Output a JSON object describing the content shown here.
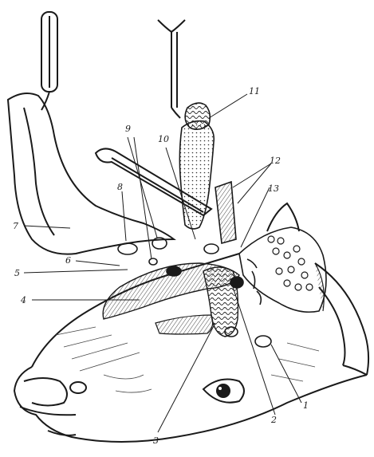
{
  "labels": {
    "l1": "1",
    "l2": "2",
    "l3": "3",
    "l4": "4",
    "l5": "5",
    "l6": "6",
    "l7": "7",
    "l8": "8",
    "l9": "9",
    "l10": "10",
    "l11": "11",
    "l12": "12",
    "l13": "13"
  },
  "colors": {
    "ink": "#1a1a1a",
    "paper": "#ffffff",
    "hatch": "#555555"
  }
}
